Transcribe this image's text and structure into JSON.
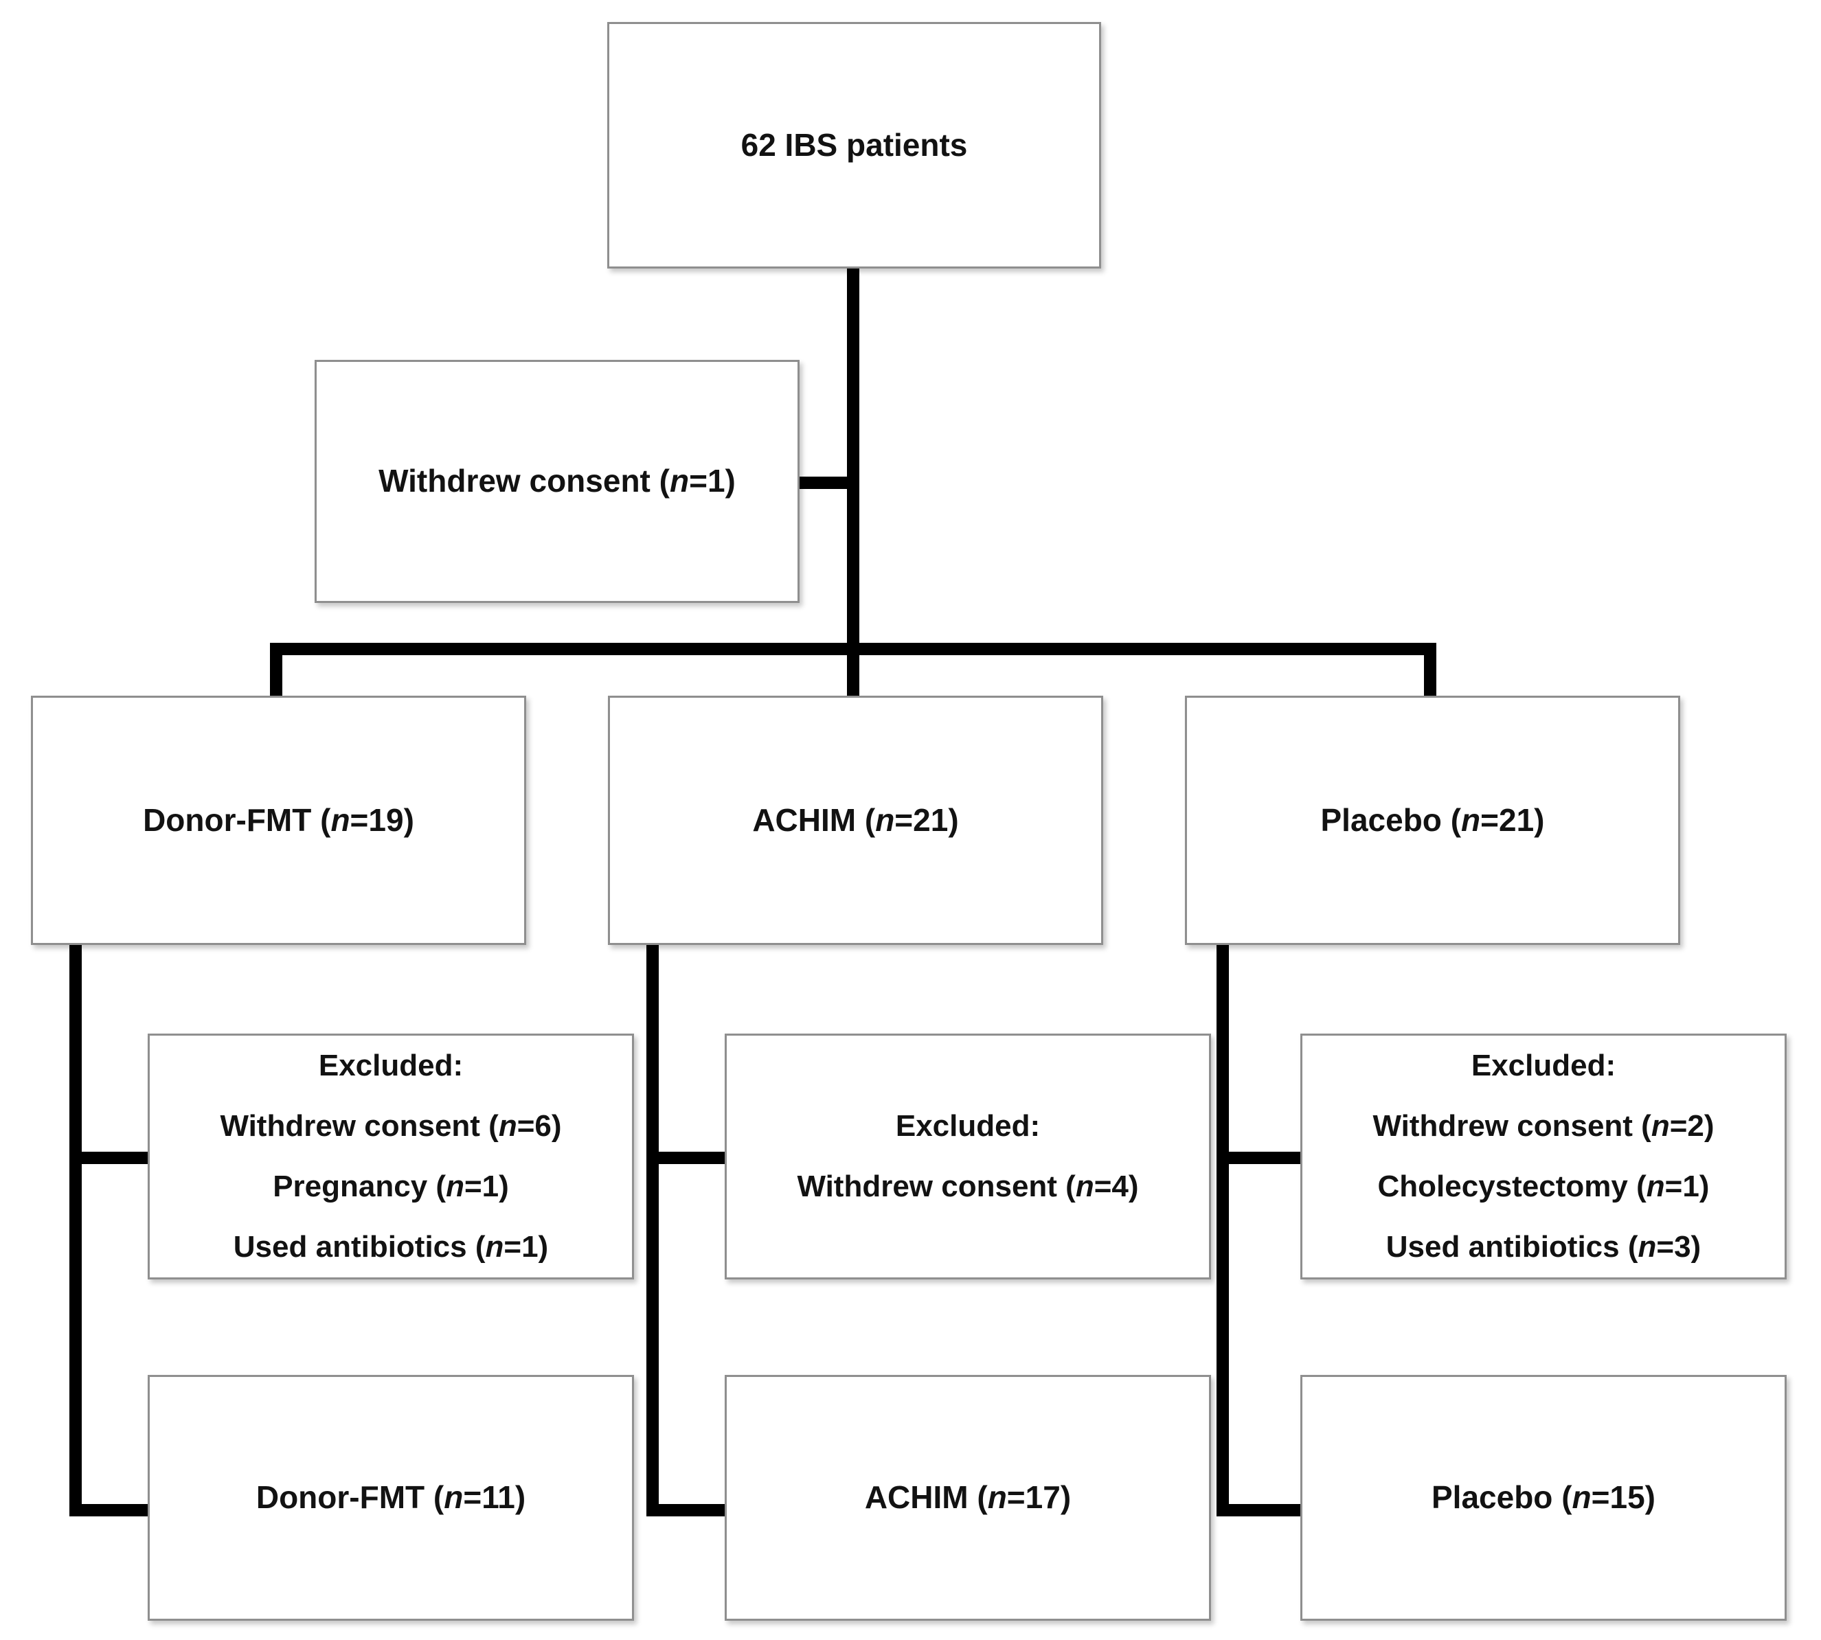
{
  "figure": {
    "type": "consort-flow-diagram",
    "colors": {
      "connector_line": "#000000",
      "box_border": "#8f8f8f",
      "box_fill": "#ffffff",
      "text": "#121212"
    },
    "boxes": {
      "total": {
        "text": "62 IBS patients"
      },
      "withdrew": {
        "pre": "Withdrew consent (",
        "n": "n",
        "post": "=1)"
      },
      "arm_donor": {
        "pre": "Donor-FMT (",
        "n": "n",
        "post": "=19)"
      },
      "arm_achim": {
        "pre": "ACHIM (",
        "n": "n",
        "post": "=21)"
      },
      "arm_placebo": {
        "pre": "Placebo (",
        "n": "n",
        "post": "=21)"
      },
      "excl_donor": {
        "title": "Excluded:",
        "items": [
          {
            "pre": "Withdrew consent (",
            "n": "n",
            "post": "=6)"
          },
          {
            "pre": "Pregnancy (",
            "n": "n",
            "post": "=1)"
          },
          {
            "pre": "Used antibiotics (",
            "n": "n",
            "post": "=1)"
          }
        ]
      },
      "excl_achim": {
        "title": "Excluded:",
        "items": [
          {
            "pre": "Withdrew consent (",
            "n": "n",
            "post": "=4)"
          }
        ]
      },
      "excl_placebo": {
        "title": "Excluded:",
        "items": [
          {
            "pre": "Withdrew consent (",
            "n": "n",
            "post": "=2)"
          },
          {
            "pre": "Cholecystectomy (",
            "n": "n",
            "post": "=1)"
          },
          {
            "pre": "Used antibiotics (",
            "n": "n",
            "post": "=3)"
          }
        ]
      },
      "final_donor": {
        "pre": "Donor-FMT (",
        "n": "n",
        "post": "=11)"
      },
      "final_achim": {
        "pre": "ACHIM (",
        "n": "n",
        "post": "=17)"
      },
      "final_placebo": {
        "pre": "Placebo (",
        "n": "n",
        "post": "=15)"
      }
    }
  }
}
